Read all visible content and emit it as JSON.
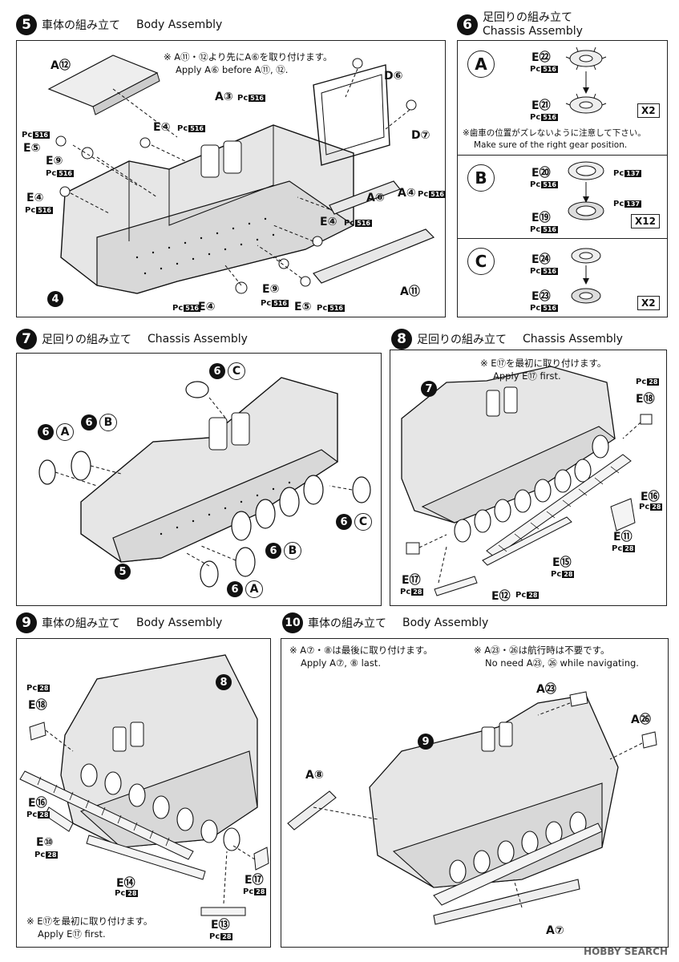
{
  "step5": {
    "num": "5",
    "title_jp": "車体の組み立て",
    "title_en": "Body Assembly",
    "note_jp": "※ A⑪・⑫より先にA⑥を取り付けます。",
    "note_en": "Apply A⑥ before A⑪, ⑫.",
    "labels": {
      "a12": "A⑫",
      "a3": "A③",
      "d6": "D⑥",
      "d7": "D⑦",
      "e4_top": "E④",
      "e5_left": "E⑤",
      "e9_left": "E⑨",
      "e4_left": "E④",
      "a6": "A⑥",
      "a4": "A④",
      "e4_mid": "E④",
      "e9_bot": "E⑨",
      "e5_bot": "E⑤",
      "e4_bot": "E④",
      "a11": "A⑪",
      "ref4": "4"
    },
    "pc": "Pc",
    "pc_code": "516"
  },
  "step6": {
    "num": "6",
    "title_jp": "足回りの組み立て",
    "title_en": "Chassis Assembly",
    "subA": {
      "letter": "A",
      "e22": "E㉒",
      "e21": "E㉑",
      "qty": "X2",
      "note_jp": "※歯車の位置がズレないように注意して下さい。",
      "note_en": "Make sure of the right gear position."
    },
    "subB": {
      "letter": "B",
      "e20": "E⑳",
      "e19": "E⑲",
      "qty": "X12",
      "pc_code2": "137"
    },
    "subC": {
      "letter": "C",
      "e24": "E㉔",
      "e23": "E㉓",
      "qty": "X2"
    }
  },
  "step7": {
    "num": "7",
    "title_jp": "足回りの組み立て",
    "title_en": "Chassis Assembly",
    "ref_6": "6",
    "ref_5": "5",
    "letters": {
      "a": "A",
      "b": "B",
      "c": "C"
    }
  },
  "step8": {
    "num": "8",
    "title_jp": "足回りの組み立て",
    "title_en": "Chassis Assembly",
    "note_jp": "※ E⑰を最初に取り付けます。",
    "note_en": "Apply E⑰ first.",
    "ref_7": "7",
    "labels": {
      "e18": "E⑱",
      "e16": "E⑯",
      "e11": "E⑪",
      "e15": "E⑮",
      "e17": "E⑰",
      "e12": "E⑫"
    },
    "pc_code": "28"
  },
  "step9": {
    "num": "9",
    "title_jp": "車体の組み立て",
    "title_en": "Body Assembly",
    "ref_8": "8",
    "note_jp": "※ E⑰を最初に取り付けます。",
    "note_en": "Apply E⑰ first.",
    "labels": {
      "e18": "E⑱",
      "e16": "E⑯",
      "e10": "E⑩",
      "e14": "E⑭",
      "e17": "E⑰",
      "e13": "E⑬"
    }
  },
  "step10": {
    "num": "10",
    "title_jp": "車体の組み立て",
    "title_en": "Body Assembly",
    "ref_9": "9",
    "note1_jp": "※ A⑦・⑧は最後に取り付けます。",
    "note1_en": "Apply A⑦, ⑧ last.",
    "note2_jp": "※ A㉓・㉖は航行時は不要です。",
    "note2_en": "No need A㉓, ㉖ while navigating.",
    "labels": {
      "a23": "A㉓",
      "a26": "A㉖",
      "a8": "A⑧",
      "a7": "A⑦"
    }
  },
  "watermark": "HOBBY SEARCH",
  "colors": {
    "ink": "#111111",
    "paper": "#ffffff",
    "hull": "#d8d8d8"
  }
}
